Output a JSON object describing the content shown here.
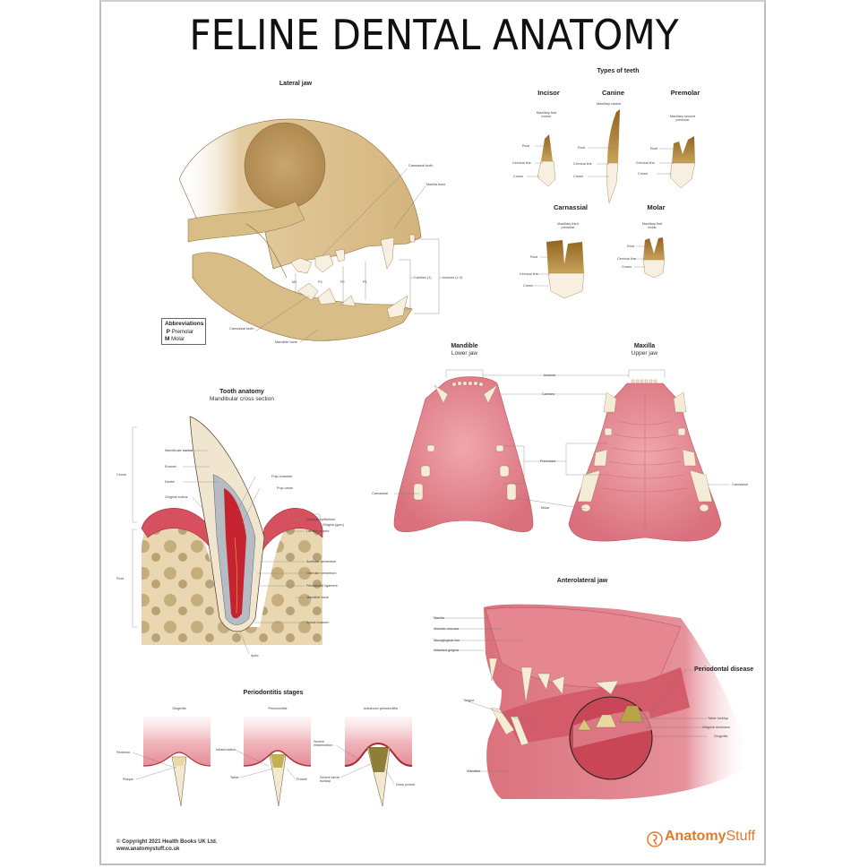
{
  "poster": {
    "title": "FELINE DENTAL ANATOMY",
    "colors": {
      "bone": "#d9bd8a",
      "bone_dark": "#b8955a",
      "tooth": "#f6efe0",
      "root": "#a97d2e",
      "gum": "#e0828c",
      "gum_dark": "#c4505e",
      "pulp": "#c22a35",
      "border": "#bdbdbd",
      "brand": "#e07a2c"
    }
  },
  "lateral_jaw": {
    "title": "Lateral jaw",
    "labels": {
      "carnassial_upper": "Carnassial tooth",
      "maxilla_bone": "Maxilla bone",
      "m1": "M1",
      "p3": "P3",
      "p2": "P2",
      "p1": "P1",
      "canines": "Canines (1)",
      "incisors": "Incisors (1-3)",
      "carnassial_lower": "Carnassial tooth",
      "mandible_bone": "Mandible bone"
    },
    "abbreviations": {
      "title": "Abbreviations",
      "items": [
        {
          "key": "P",
          "value": "Premolar"
        },
        {
          "key": "M",
          "value": "Molar"
        }
      ]
    }
  },
  "types_of_teeth": {
    "title": "Types of teeth",
    "teeth": [
      {
        "name": "Incisor",
        "specimen": "Maxillary first incisor",
        "root": "Root",
        "cervical": "Cervical line",
        "crown": "Crown"
      },
      {
        "name": "Canine",
        "specimen": "Maxillary canine",
        "root": "Root",
        "cervical": "Cervical line",
        "crown": "Crown"
      },
      {
        "name": "Premolar",
        "specimen": "Maxillary second premolar",
        "root": "Root",
        "cervical": "Cervical line",
        "crown": "Crown"
      },
      {
        "name": "Carnassial",
        "specimen": "Maxillary third premolar",
        "root": "Root",
        "cervical": "Cervical line",
        "crown": "Crown"
      },
      {
        "name": "Molar",
        "specimen": "Maxillary first molar",
        "root": "Root",
        "cervical": "Cervical line",
        "crown": "Crown"
      }
    ]
  },
  "mandible_maxilla": {
    "mandible_title": "Mandible",
    "mandible_sub": "Lower jaw",
    "maxilla_title": "Maxilla",
    "maxilla_sub": "Upper jaw",
    "labels": {
      "incisors": "Incisors",
      "canines": "Canines",
      "premolars": "Premolars",
      "molar": "Molar",
      "carnassial_left": "Carnassial",
      "carnassial_right": "Carnassial"
    }
  },
  "tooth_anatomy": {
    "title": "Tooth anatomy",
    "subtitle": "Mandibular cross section",
    "labels": {
      "crown": "Crown",
      "root": "Root",
      "mandibular_canine": "Mandibular canine",
      "enamel": "Enamel",
      "dentin": "Dentin",
      "gingival_sulcus": "Gingival sulcus",
      "pulp_chamber": "Pulp chamber",
      "pulp_canal": "Pulp canal",
      "gingival_epithelium": "Gingival epithelium",
      "lamina_propria": "Lamina propria",
      "gingiva": "Gingiva (gum)",
      "acellular_cementum": "Acellular cementum",
      "granular_cementum": "Granular cementum",
      "periodontal_ligament": "Periodontal ligament",
      "mandible_bone": "Mandible bone",
      "apical_foramen": "Apical foramen",
      "apex": "Apex"
    }
  },
  "periodontitis": {
    "title": "Periodontitis stages",
    "stages": [
      {
        "name": "Gingivitis",
        "labels": [
          "Redness",
          "Plaque"
        ]
      },
      {
        "name": "Periodontitis",
        "labels": [
          "Inflammation",
          "Tartar",
          "Pocket"
        ]
      },
      {
        "name": "Advanced periodontitis",
        "labels": [
          "Severe inflammation",
          "Severe tartar buildup",
          "Deep pocket"
        ]
      }
    ]
  },
  "anterolateral_jaw": {
    "title": "Anterolateral jaw",
    "labels": {
      "maxilla": "Maxilla",
      "alveolar_mucosa": "Alveolar mucosa",
      "mucogingival_line": "Mucogingival line",
      "attached_gingiva": "Attached gingiva",
      "tongue": "Tongue",
      "mandible": "Mandible",
      "periodontal_disease": "Periodontal disease",
      "tartar_buildup": "Tartar buildup",
      "gingival_recession": "Gingival recession",
      "gingivitis": "Gingivitis"
    }
  },
  "footer": {
    "copyright": "© Copyright 2021 Health Books UK Ltd.",
    "website": "www.anatomystuff.co.uk",
    "brand_bold": "Anatomy",
    "brand_light": "Stuff"
  }
}
